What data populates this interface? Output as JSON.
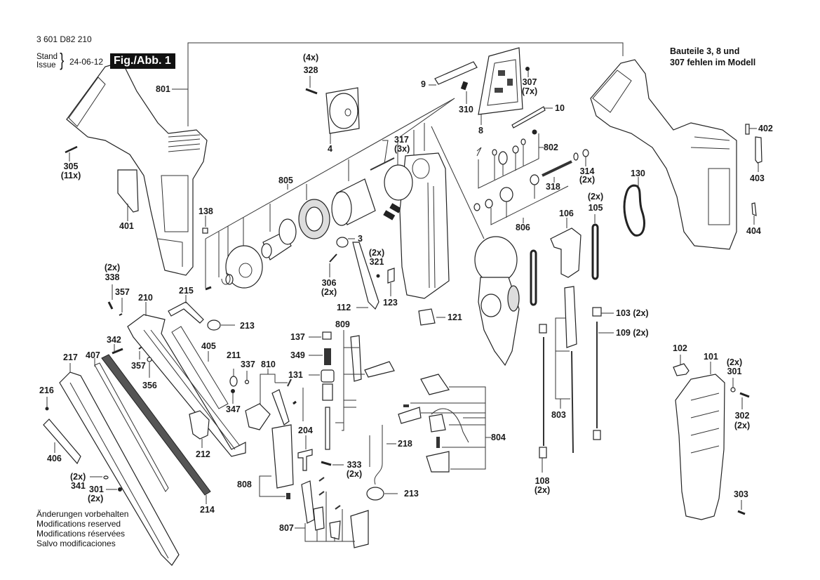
{
  "header": {
    "doc_number": "3 601 D82 210",
    "stand_label": "Stand",
    "issue_label": "Issue",
    "issue_date": "24-06-12",
    "figure_label": "Fig./Abb. 1"
  },
  "note": {
    "line1": "Bauteile 3, 8 und",
    "line2": "307 fehlen im Modell"
  },
  "modifications": [
    "Änderungen vorbehalten",
    "Modifications reserved",
    "Modifications réservées",
    "Salvo modificaciones"
  ],
  "parts": {
    "p801": "801",
    "p305": "305",
    "p305q": "(11x)",
    "p401": "401",
    "p138": "138",
    "p328q": "(4x)",
    "p328": "328",
    "p4": "4",
    "p805": "805",
    "p317": "317",
    "p317q": "(3x)",
    "p9": "9",
    "p310": "310",
    "p8": "8",
    "p307": "307",
    "p307q": "(7x)",
    "p10": "10",
    "p802": "802",
    "p314": "314",
    "p314q": "(2x)",
    "p318": "318",
    "p806": "806",
    "p3": "3",
    "p321q": "(2x)",
    "p321": "321",
    "p306": "306",
    "p306q": "(2x)",
    "p123": "123",
    "p112": "112",
    "p121": "121",
    "p130": "130",
    "p105q": "(2x)",
    "p105": "105",
    "p106": "106",
    "p103": "103 (2x)",
    "p109": "109 (2x)",
    "p803": "803",
    "p108": "108",
    "p108q": "(2x)",
    "p402": "402",
    "p403": "403",
    "p404": "404",
    "p102": "102",
    "p101": "101",
    "p301bq": "(2x)",
    "p301b": "301",
    "p302": "302",
    "p302q": "(2x)",
    "p303": "303",
    "p338q": "(2x)",
    "p338": "338",
    "p357a": "357",
    "p210": "210",
    "p215": "215",
    "p213a": "213",
    "p342": "342",
    "p217": "217",
    "p407": "407",
    "p357b": "357",
    "p356": "356",
    "p405": "405",
    "p211": "211",
    "p337": "337",
    "p810": "810",
    "p347": "347",
    "p216": "216",
    "p212": "212",
    "p406": "406",
    "p341q": "(2x)",
    "p341": "341",
    "p301a": "301",
    "p301aq": "(2x)",
    "p214": "214",
    "p137": "137",
    "p349": "349",
    "p131": "131",
    "p809": "809",
    "p204": "204",
    "p333": "333",
    "p333q": "(2x)",
    "p218": "218",
    "p213b": "213",
    "p808": "808",
    "p807": "807",
    "p804": "804"
  }
}
